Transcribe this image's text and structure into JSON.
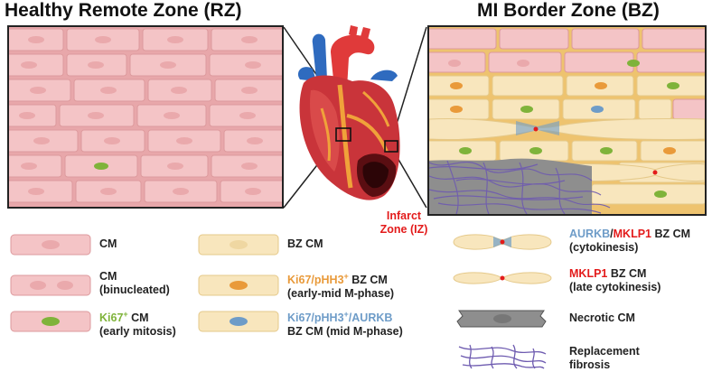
{
  "titles": {
    "remote": "Healthy Remote Zone (RZ)",
    "border": "MI Border Zone (BZ)"
  },
  "infarct": {
    "line1": "Infarct",
    "line2": "Zone (IZ)"
  },
  "legend": {
    "cm": "CM",
    "cm_bi_1": "CM",
    "cm_bi_2": "(binucleated)",
    "ki67_a": "Ki67",
    "ki67_sup": "+",
    "ki67_b": " CM",
    "ki67_c": "(early mitosis)",
    "bzcm": "BZ CM",
    "early_a": "Ki67/pHH3",
    "early_sup": "+",
    "early_b": " BZ CM",
    "early_c": "(early-mid M-phase)",
    "mid_a": "Ki67/pHH3",
    "mid_sup": "+",
    "mid_b": "/AURKB",
    "mid_c": "BZ CM (mid M-phase)",
    "cyto_a": "AURKB",
    "cyto_slash": "/",
    "cyto_b": "MKLP1",
    "cyto_c": " BZ CM",
    "cyto_d": "(cytokinesis)",
    "late_a": "MKLP1",
    "late_b": " BZ CM",
    "late_c": "(late cytokinesis)",
    "necrotic": "Necrotic CM",
    "fib_1": "Replacement",
    "fib_2": "fibrosis"
  },
  "colors": {
    "healthy_cell": "#f4c4c6",
    "bz_cell": "#f8e6bd",
    "necrotic_cell": "#8e8e8e",
    "fibrosis": "#6e5bb0",
    "green_nucleus": "#7fb33a",
    "orange_nucleus": "#e99a3a",
    "blue_nucleus": "#6e9cc8",
    "red_marker": "#e31b1b"
  }
}
